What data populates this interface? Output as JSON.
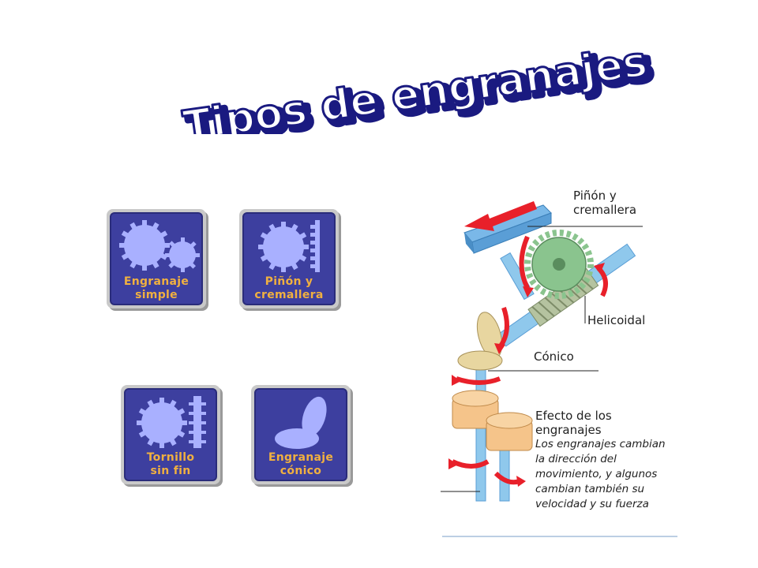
{
  "title": "Tipos de engranajes",
  "tiles": [
    {
      "line1": "Engranaje",
      "line2": "simple"
    },
    {
      "line1": "Piñón y",
      "line2": "cremallera"
    },
    {
      "line1": "Tornillo",
      "line2": "sin fin"
    },
    {
      "line1": "Engranaje",
      "line2": "cónico"
    }
  ],
  "diagram": {
    "pinon": {
      "line1": "Piñón y",
      "line2": "cremallera"
    },
    "helicoidal": "Helicoidal",
    "conico": "Cónico",
    "efecto": {
      "title1": "Efecto de los",
      "title2": "engranajes",
      "desc": [
        "Los engranajes cambian",
        "la dirección del",
        "movimiento, y algunos",
        "cambian también su",
        "velocidad y su fuerza"
      ]
    }
  },
  "colors": {
    "tile_bg": "#3d3f9f",
    "tile_text": "#f0b040",
    "gear_light": "#a9b0ff",
    "arrow_red": "#e8202a",
    "shaft_blue": "#8fc8ec"
  }
}
